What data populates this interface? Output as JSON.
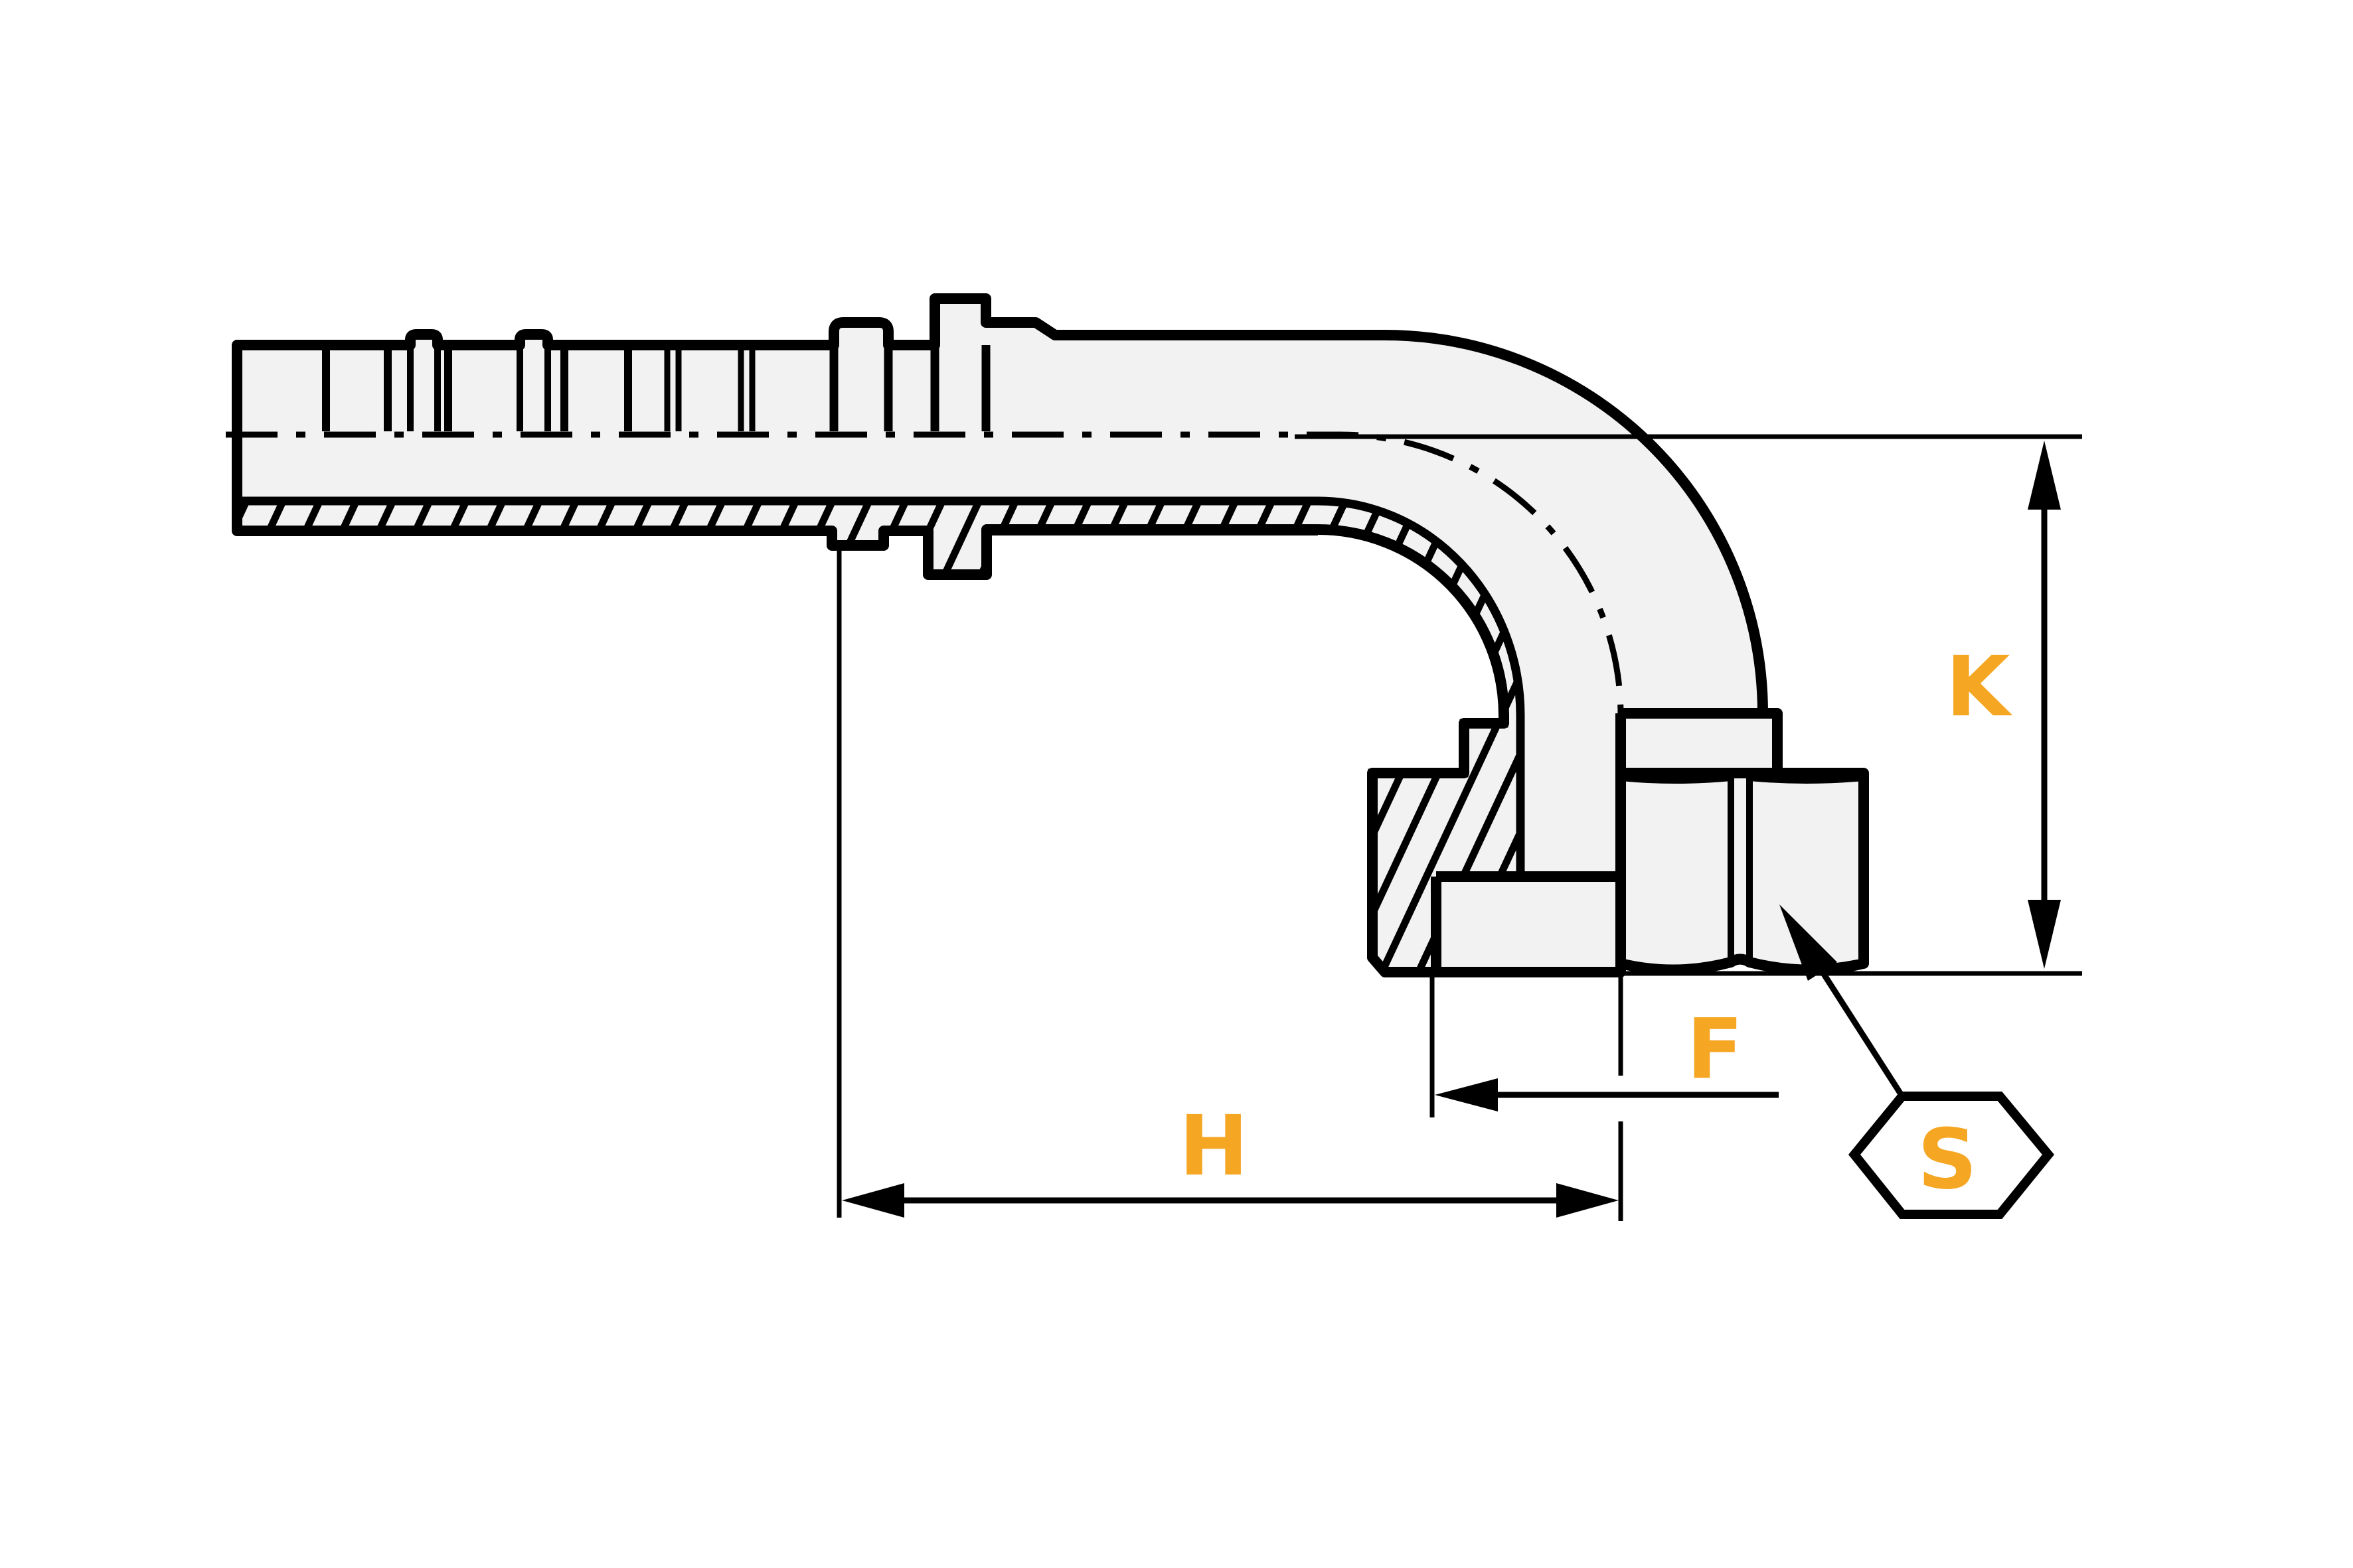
{
  "diagram": {
    "type": "technical-drawing",
    "subject": "90-degree elbow hose fitting with female swivel nut, half-section view",
    "labels": {
      "k": "K",
      "f": "F",
      "h": "H",
      "s": "S"
    },
    "callouts": [
      {
        "id": "K",
        "meaning": "vertical dimension from bend centerline to nut face",
        "style": "vertical double arrow"
      },
      {
        "id": "F",
        "meaning": "horizontal dimension at seal face",
        "style": "horizontal arrow"
      },
      {
        "id": "H",
        "meaning": "horizontal dimension from shank reference to port centerline",
        "style": "horizontal double arrow"
      },
      {
        "id": "S",
        "meaning": "hex wrench size",
        "style": "hexagon with leader arrow"
      }
    ],
    "colors": {
      "label_orange": "#F5A623",
      "line_black": "#000000",
      "body_fill": "#F2F2F2",
      "background": "#FFFFFF"
    }
  }
}
